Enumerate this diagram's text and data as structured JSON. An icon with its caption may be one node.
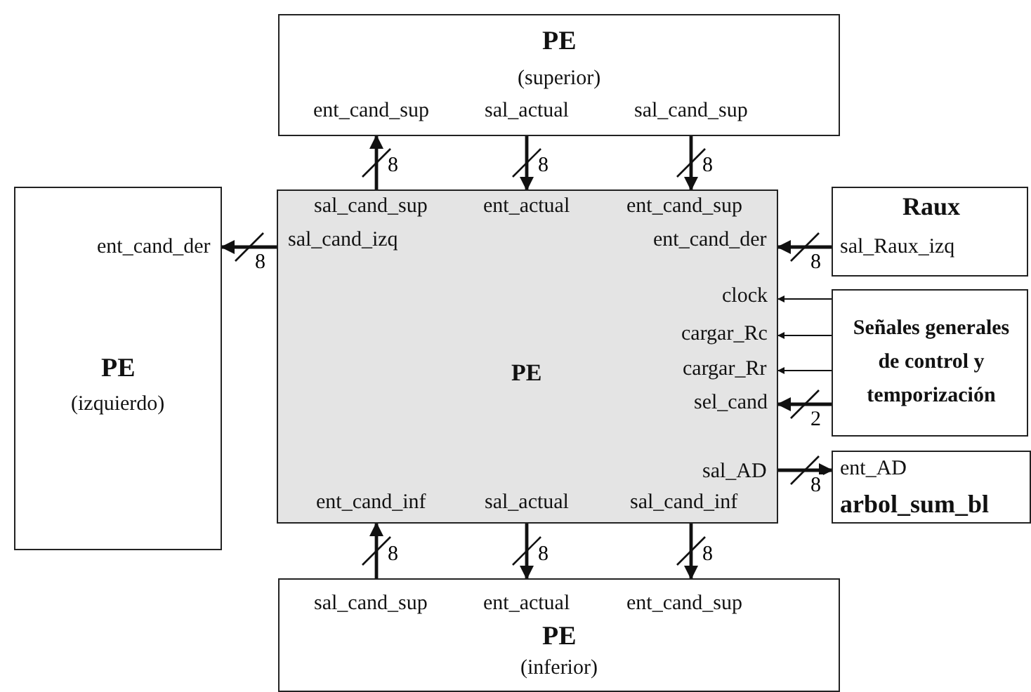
{
  "diagram": {
    "nodes": [
      {
        "text": [
          "PE",
          "(superior)",
          "ent_cand_sup",
          "sal_actual",
          "sal_cand_sup"
        ]
      },
      {
        "text": [
          "ent_cand_der",
          "PE",
          "(izquierdo)"
        ]
      },
      {
        "text": [
          "sal_cand_sup",
          "ent_actual",
          "ent_cand_sup",
          "sal_cand_izq",
          "ent_cand_der",
          "clock",
          "cargar_Rc",
          "cargar_Rr",
          "sel_cand",
          "PE",
          "sal_AD",
          "ent_cand_inf",
          "sal_actual",
          "sal_cand_inf"
        ]
      },
      {
        "text": [
          "Raux",
          "sal_Raux_izq"
        ]
      },
      {
        "text": [
          "Señales generales de control y temporización"
        ]
      },
      {
        "text": [
          "ent_AD",
          "arbol_sum_bl"
        ]
      },
      {
        "text": [
          "sal_cand_sup",
          "ent_actual",
          "ent_cand_sup",
          "PE",
          "(inferior)"
        ]
      }
    ],
    "edges": [
      {
        "from": 2,
        "to": 0,
        "arrow": "to",
        "label": "8"
      },
      {
        "from": 0,
        "to": 2,
        "arrow": "to",
        "label": "8"
      },
      {
        "from": 0,
        "to": 2,
        "arrow": "to",
        "label": "8"
      },
      {
        "from": 2,
        "to": 1,
        "arrow": "to",
        "label": "8"
      },
      {
        "from": 3,
        "to": 2,
        "arrow": "to",
        "label": "8"
      },
      {
        "from": 4,
        "to": 2,
        "arrow": "to"
      },
      {
        "from": 4,
        "to": 2,
        "arrow": "to"
      },
      {
        "from": 4,
        "to": 2,
        "arrow": "to"
      },
      {
        "from": 4,
        "to": 2,
        "arrow": "to",
        "label": "2"
      },
      {
        "from": 2,
        "to": 5,
        "arrow": "to",
        "label": "8"
      },
      {
        "from": 6,
        "to": 2,
        "arrow": "to",
        "label": "8"
      },
      {
        "from": 2,
        "to": 6,
        "arrow": "to",
        "label": "8"
      },
      {
        "from": 2,
        "to": 6,
        "arrow": "to",
        "label": "8"
      }
    ]
  }
}
